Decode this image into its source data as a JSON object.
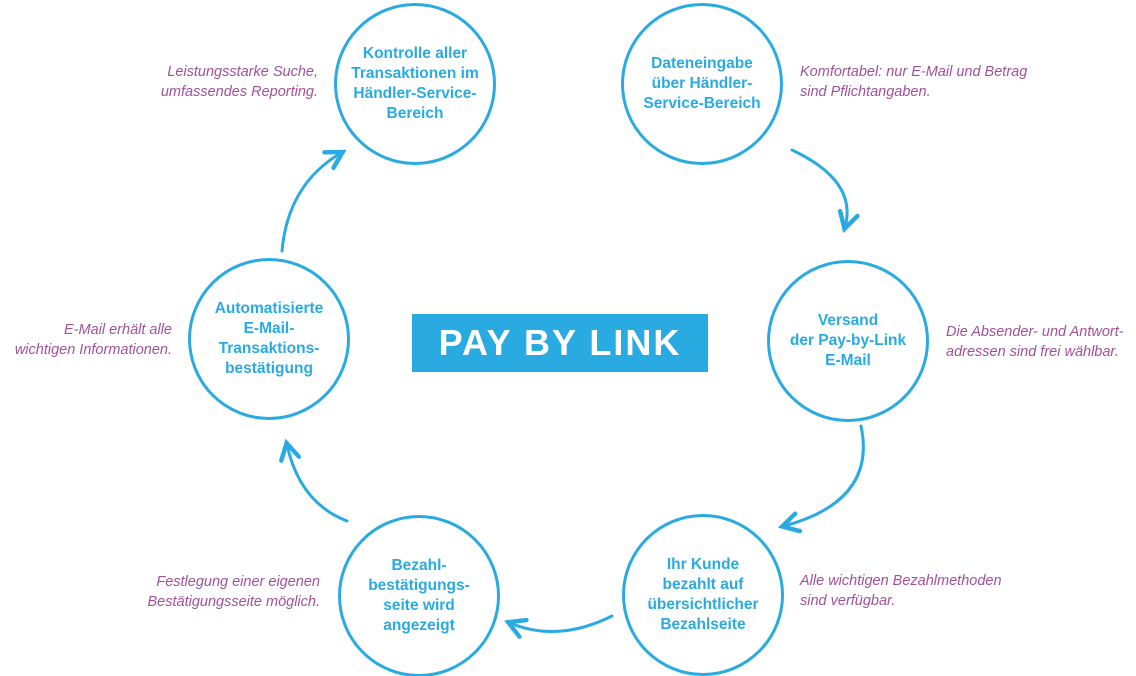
{
  "title": "PAY BY LINK",
  "colors": {
    "accent": "#29ABE2",
    "annotation_text": "#A1519C",
    "title_text": "#FFFFFF",
    "background": "#FFFFFF"
  },
  "steps": [
    {
      "name": "dateneingabe",
      "label": "Dateneingabe\nüber Händler-\nService-Bereich",
      "annotation": "Komfortabel: nur E-Mail und Betrag\nsind Pflichtangaben."
    },
    {
      "name": "versand",
      "label": "Versand\nder Pay-by-Link\nE-Mail",
      "annotation": "Die Absender- und Antwort-\nadressen sind frei wählbar."
    },
    {
      "name": "kunde-bezahlt",
      "label": "Ihr Kunde\nbezahlt auf\nübersichtlicher\nBezahlseite",
      "annotation": "Alle wichtigen Bezahlmethoden\nsind verfügbar."
    },
    {
      "name": "bezahlbestaetigungsseite",
      "label": "Bezahl-\nbestätigungs-\nseite wird\nangezeigt",
      "annotation": "Festlegung einer eigenen\nBestätigungsseite möglich."
    },
    {
      "name": "email-transaktionsbestaetigung",
      "label": "Automatisierte\nE-Mail-\nTransaktions-\nbestätigung",
      "annotation": "E-Mail erhält alle\nwichtigen Informationen."
    },
    {
      "name": "kontrolle",
      "label": "Kontrolle aller\nTransaktionen im\nHändler-Service-\nBereich",
      "annotation": "Leistungsstarke Suche,\numfassendes Reporting."
    }
  ]
}
